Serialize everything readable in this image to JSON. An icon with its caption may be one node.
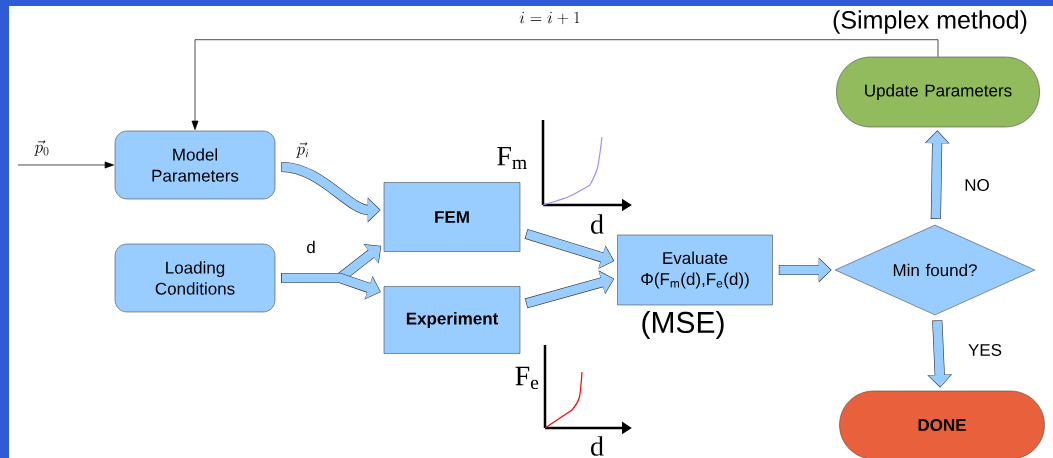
{
  "diagram": {
    "nodes": [
      {
        "text": [
          "Model Parameters"
        ]
      },
      {
        "text": [
          "Loading Conditions"
        ]
      },
      {
        "text": [
          "FEM"
        ]
      },
      {
        "text": [
          "Experiment"
        ]
      },
      {
        "text": [
          "Evaluate Φ(F$_{m}$(d),F$_{e}$(d))"
        ],
        "beside": [
          "(MSE)"
        ]
      },
      {
        "text": [
          "Min found?"
        ]
      },
      {
        "text": [
          "Update Parameters"
        ],
        "beside": [
          "(Simplex method)"
        ]
      },
      {
        "text": [
          "DONE"
        ]
      }
    ],
    "edges": [
      {
        "from": null,
        "to": 0,
        "arrow": "to",
        "label": "\\vec{p}_0",
        "color": "#000000"
      },
      {
        "from": 6,
        "to": 0,
        "arrow": "to",
        "label": "i=i+1",
        "color": "#000000"
      },
      {
        "from": 0,
        "to": 2,
        "arrow": "to",
        "label": "\\vec{p}_i"
      },
      {
        "from": 1,
        "to": 2,
        "arrow": "to",
        "label": "d"
      },
      {
        "from": 1,
        "to": 3,
        "arrow": "to"
      },
      {
        "from": 2,
        "to": 4,
        "arrow": "to"
      },
      {
        "from": 3,
        "to": 4,
        "arrow": "to"
      },
      {
        "from": 4,
        "to": 5,
        "arrow": "to"
      },
      {
        "from": 5,
        "to": 6,
        "arrow": "to",
        "label": "NO"
      },
      {
        "from": 5,
        "to": 7,
        "arrow": "to",
        "label": "YES"
      }
    ],
    "labels": [
      "F$_{m}$",
      "d",
      "F$_{e}$",
      "d"
    ]
  }
}
